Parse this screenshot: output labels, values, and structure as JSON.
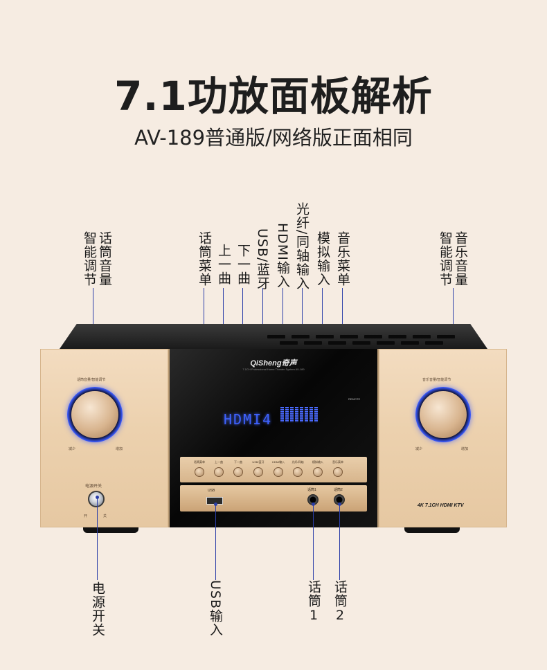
{
  "header": {
    "title": "7.1功放面板解析",
    "subtitle": "AV-189普通版/网络版正面相同"
  },
  "labels_top": {
    "left_knob": [
      "智能调节",
      "话筒音量"
    ],
    "right_knob": [
      "智能调节",
      "音乐音量"
    ],
    "buttons": [
      "话筒菜单",
      "上一曲",
      "下一曲",
      "USB/蓝牙",
      "HDMI输入",
      "光纤/同轴输入",
      "模拟输入",
      "音乐菜单"
    ]
  },
  "labels_bottom": {
    "power": "电源开关",
    "usb": "USB输入",
    "mic1": "话筒1",
    "mic2": "话筒2"
  },
  "device": {
    "brand": "QiSheng奇声",
    "brand_sub": "7.1CH Professional Home Theater System AV-189",
    "display": "HDMI4",
    "left_knob_label": "话筒音量/智能调节",
    "right_knob_label": "音乐音量/智能调节",
    "knob_min": "减少",
    "knob_max": "增加",
    "power_label": "电源开关",
    "power_on": "开",
    "power_off": "关",
    "panel_buttons": [
      "话筒菜单",
      "上一曲",
      "下一曲",
      "USB/蓝牙",
      "HDMI输入",
      "光纤/同轴",
      "模拟输入",
      "音乐菜单"
    ],
    "usb_label": "USB",
    "mic1_label": "话筒1",
    "mic2_label": "话筒2",
    "badges": "4K  7.1CH  HDMI  KTV",
    "remote_label": "REMOTE"
  },
  "colors": {
    "background": "#f6ece2",
    "gold": "#ecd1ae",
    "leader_line": "#2b3ea8",
    "display_blue": "#3f63ff"
  }
}
